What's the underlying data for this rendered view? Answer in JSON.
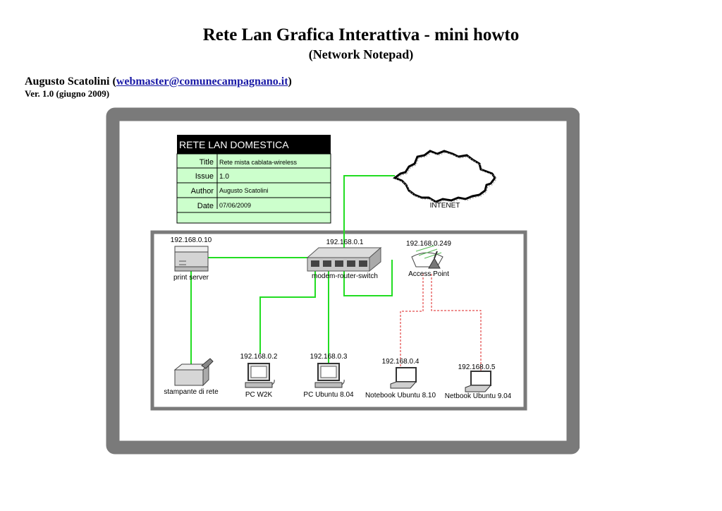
{
  "document": {
    "title": "Rete Lan Grafica Interattiva - mini howto",
    "subtitle": "(Network Notepad)",
    "author_name": "Augusto Scatolini",
    "author_email": "webmaster@comunecampagnano.it",
    "version": "Ver. 1.0 (giugno 2009)"
  },
  "info_table": {
    "header": "RETE LAN DOMESTICA",
    "rows": [
      {
        "label": "Title",
        "value": "Rete mista cablata-wireless"
      },
      {
        "label": "Issue",
        "value": "1.0"
      },
      {
        "label": "Author",
        "value": "Augusto Scatolini"
      },
      {
        "label": "Date",
        "value": "07/06/2009"
      }
    ]
  },
  "nodes": {
    "internet": {
      "label": "INTENET",
      "ip": ""
    },
    "print_server": {
      "label": "print server",
      "ip": "192.168.0.10"
    },
    "router": {
      "label": "modem-router-switch",
      "ip": "192.168.0.1"
    },
    "access_point": {
      "label": "Access Point",
      "ip": "192.168.0.249"
    },
    "printer": {
      "label": "stampante di rete",
      "ip": ""
    },
    "pc_w2k": {
      "label": "PC W2K",
      "ip": "192.168.0.2"
    },
    "pc_ubuntu": {
      "label": "PC Ubuntu 8.04",
      "ip": "192.168.0.3"
    },
    "notebook": {
      "label": "Notebook Ubuntu 8.10",
      "ip": "192.168.0.4"
    },
    "netbook": {
      "label": "Netbook Ubuntu 9.04",
      "ip": "192.168.0.5"
    }
  },
  "colors": {
    "wired": "#22dd22",
    "wireless": "#dd2222",
    "frame": "#7a7a7a",
    "table_header": "#000000",
    "table_cell": "#ccffcc"
  }
}
